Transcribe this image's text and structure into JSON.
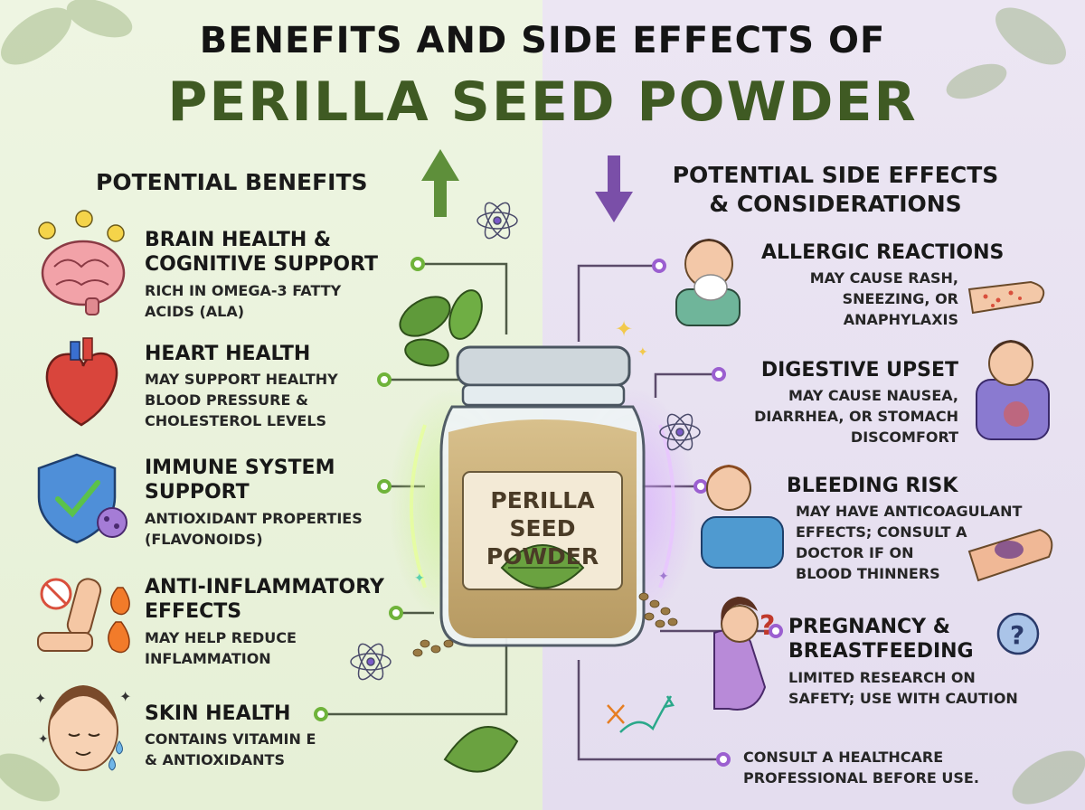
{
  "title": {
    "line1": "BENEFITS AND SIDE EFFECTS OF",
    "line2": "PERILLA SEED POWDER"
  },
  "benefits": {
    "heading": "POTENTIAL BENEFITS",
    "items": [
      {
        "title": "BRAIN HEALTH &",
        "title2": "COGNITIVE SUPPORT",
        "desc1": "RICH IN OMEGA-3 FATTY",
        "desc2": "ACIDS (ALA)",
        "desc3": "",
        "icon": "brain-icon"
      },
      {
        "title": "HEART HEALTH",
        "title2": "",
        "desc1": "MAY SUPPORT HEALTHY",
        "desc2": "BLOOD PRESSURE &",
        "desc3": "CHOLESTEROL LEVELS",
        "icon": "heart-icon"
      },
      {
        "title": "IMMUNE SYSTEM",
        "title2": "SUPPORT",
        "desc1": "ANTIOXIDANT PROPERTIES",
        "desc2": "(FLAVONOIDS)",
        "desc3": "",
        "icon": "shield-icon"
      },
      {
        "title": "ANTI-INFLAMMATORY",
        "title2": "EFFECTS",
        "desc1": "MAY HELP REDUCE",
        "desc2": "INFLAMMATION",
        "desc3": "",
        "icon": "stop-hand-icon"
      },
      {
        "title": "SKIN HEALTH",
        "title2": "",
        "desc1": "CONTAINS VITAMIN E",
        "desc2": "& ANTIOXIDANTS",
        "desc3": "",
        "icon": "face-icon"
      }
    ]
  },
  "side_effects": {
    "heading1": "POTENTIAL SIDE EFFECTS",
    "heading2": "& CONSIDERATIONS",
    "items": [
      {
        "title": "ALLERGIC REACTIONS",
        "title2": "",
        "desc1": "MAY CAUSE RASH,",
        "desc2": "SNEEZING, OR",
        "desc3": "ANAPHYLAXIS",
        "desc4": "",
        "icon": "sneezing-person-icon"
      },
      {
        "title": "DIGESTIVE UPSET",
        "title2": "",
        "desc1": "MAY CAUSE NAUSEA,",
        "desc2": "DIARRHEA, OR STOMACH",
        "desc3": "DISCOMFORT",
        "desc4": "",
        "icon": "stomach-ache-icon"
      },
      {
        "title": "BLEEDING RISK",
        "title2": "",
        "desc1": "MAY HAVE ANTICOAGULANT",
        "desc2": "EFFECTS; CONSULT A",
        "desc3": "DOCTOR IF ON",
        "desc4": "BLOOD THINNERS",
        "icon": "bruise-icon"
      },
      {
        "title": "PREGNANCY &",
        "title2": "BREASTFEEDING",
        "desc1": "LIMITED RESEARCH ON",
        "desc2": "SAFETY; USE WITH CAUTION",
        "desc3": "",
        "desc4": "",
        "icon": "pregnant-woman-icon"
      }
    ],
    "consult1": "CONSULT A HEALTHCARE",
    "consult2": "PROFESSIONAL BEFORE USE."
  },
  "jar": {
    "label1": "PERILLA SEED",
    "label2": "POWDER"
  },
  "colors": {
    "green_accent": "#5a8a2e",
    "title_green": "#3f5a23",
    "purple_accent": "#7a4fa8",
    "left_bg": "#e9f2dc",
    "right_bg": "#e8e1f1"
  }
}
